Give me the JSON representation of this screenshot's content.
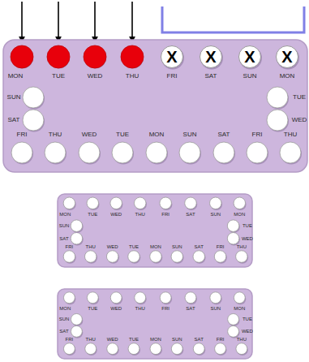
{
  "diagram": {
    "nodes": [
      {
        "text": [
          "MON",
          "TUE",
          "WED",
          "THU",
          "FRI",
          "SAT",
          "SUN",
          "MON",
          "SUN",
          "TUE",
          "SAT",
          "WED",
          "FRI",
          "THU",
          "WED",
          "TUE",
          "MON",
          "SUN",
          "SAT",
          "FRI",
          "THU"
        ]
      },
      {
        "text": [
          "X"
        ],
        "in": 0
      },
      {
        "text": [
          "X"
        ],
        "in": 0
      },
      {
        "text": [
          "X"
        ],
        "in": 0
      },
      {
        "text": [
          "X"
        ],
        "in": 0
      },
      {
        "text": [
          "MON",
          "TUE",
          "WED",
          "THU",
          "FRI",
          "SAT",
          "SUN",
          "MON",
          "SUN",
          "TUE",
          "SAT",
          "WED",
          "FRI",
          "THU",
          "WED",
          "TUE",
          "MON",
          "SUN",
          "SAT",
          "FRI",
          "THU"
        ]
      },
      {
        "text": [
          "MON",
          "TUE",
          "WED",
          "THU",
          "FRI",
          "SAT",
          "SUN",
          "MON",
          "SUN",
          "TUE",
          "SAT",
          "WED",
          "FRI",
          "THU",
          "WED",
          "TUE",
          "MON",
          "SUN",
          "SAT",
          "FRI",
          "THU"
        ]
      }
    ]
  }
}
